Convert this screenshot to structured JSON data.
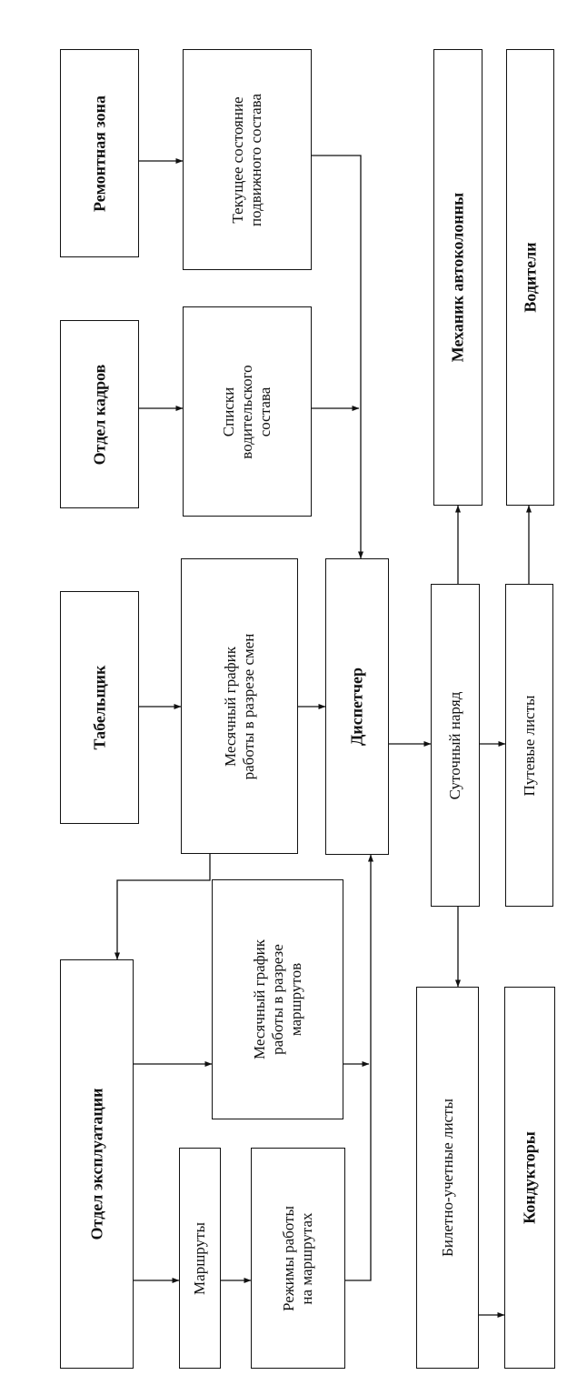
{
  "colors": {
    "stroke": "#111111",
    "background": "#ffffff"
  },
  "nodes": {
    "repair_zone": "Ремонтная зона",
    "rolling_stock_state": [
      "Текущее состояние",
      "подвижного состава"
    ],
    "hr_department": "Отдел кадров",
    "driver_lists": [
      "Списки",
      "водительского",
      "состава"
    ],
    "timekeeper": "Табельщик",
    "monthly_schedule_shifts": [
      "Месячный график",
      "работы в разрезе смен"
    ],
    "dispatcher": "Диспетчер",
    "operations_department": "Отдел эксплуатации",
    "monthly_schedule_routes": [
      "Месячный график",
      "работы в разрезе",
      "маршрутов"
    ],
    "routes": "Маршруты",
    "route_work_modes": [
      "Режимы работы",
      "на маршрутах"
    ],
    "column_mechanic": "Механик автоколонны",
    "drivers": "Водители",
    "daily_order": "Суточный наряд",
    "waybills": "Путевые листы",
    "ticket_sheets": "Билетно-учетные листы",
    "conductors": "Кондукторы"
  }
}
